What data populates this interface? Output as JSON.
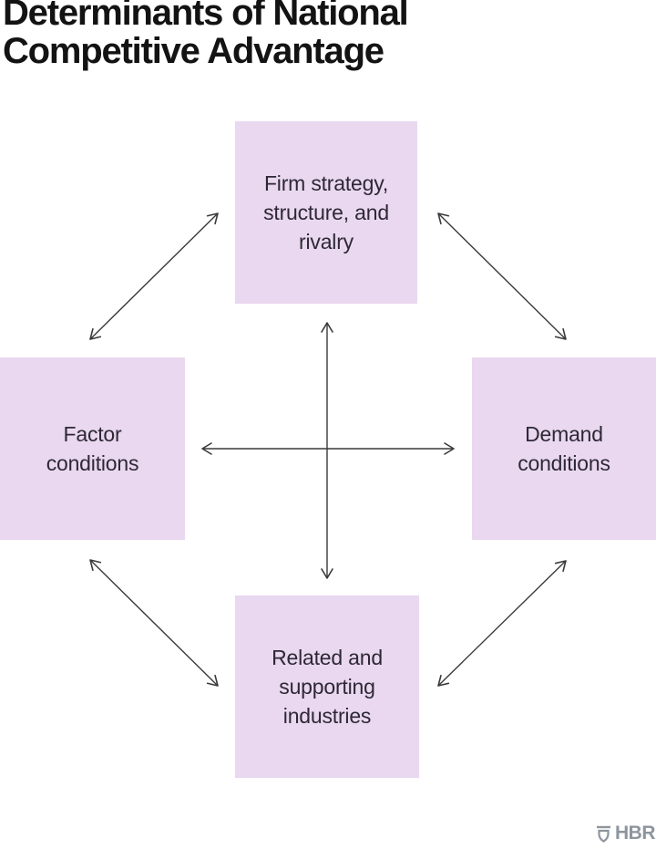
{
  "title": "Determinants of National Competitive Advantage",
  "diagram": {
    "nodes": [
      {
        "id": "firm-strategy",
        "label": "Firm strategy, structure, and rivalry",
        "position": "top"
      },
      {
        "id": "factor-conditions",
        "label": "Factor conditions",
        "position": "left"
      },
      {
        "id": "demand-conditions",
        "label": "Demand conditions",
        "position": "right"
      },
      {
        "id": "related-industries",
        "label": "Related and supporting industries",
        "position": "bottom"
      }
    ],
    "edges": [
      {
        "from": "firm-strategy",
        "to": "factor-conditions",
        "bidirectional": true
      },
      {
        "from": "firm-strategy",
        "to": "demand-conditions",
        "bidirectional": true
      },
      {
        "from": "factor-conditions",
        "to": "demand-conditions",
        "bidirectional": true
      },
      {
        "from": "firm-strategy",
        "to": "related-industries",
        "bidirectional": true
      },
      {
        "from": "factor-conditions",
        "to": "related-industries",
        "bidirectional": true
      },
      {
        "from": "demand-conditions",
        "to": "related-industries",
        "bidirectional": true
      }
    ]
  },
  "logo": {
    "icon": "hbr-shield-icon",
    "text": "HBR"
  },
  "colors": {
    "background": "#ffffff",
    "box_fill": "#e9d8ef",
    "box_text": "#2e2836",
    "title_text": "#131313",
    "arrow": "#3a3a3a",
    "logo_gray": "#8d959d"
  }
}
